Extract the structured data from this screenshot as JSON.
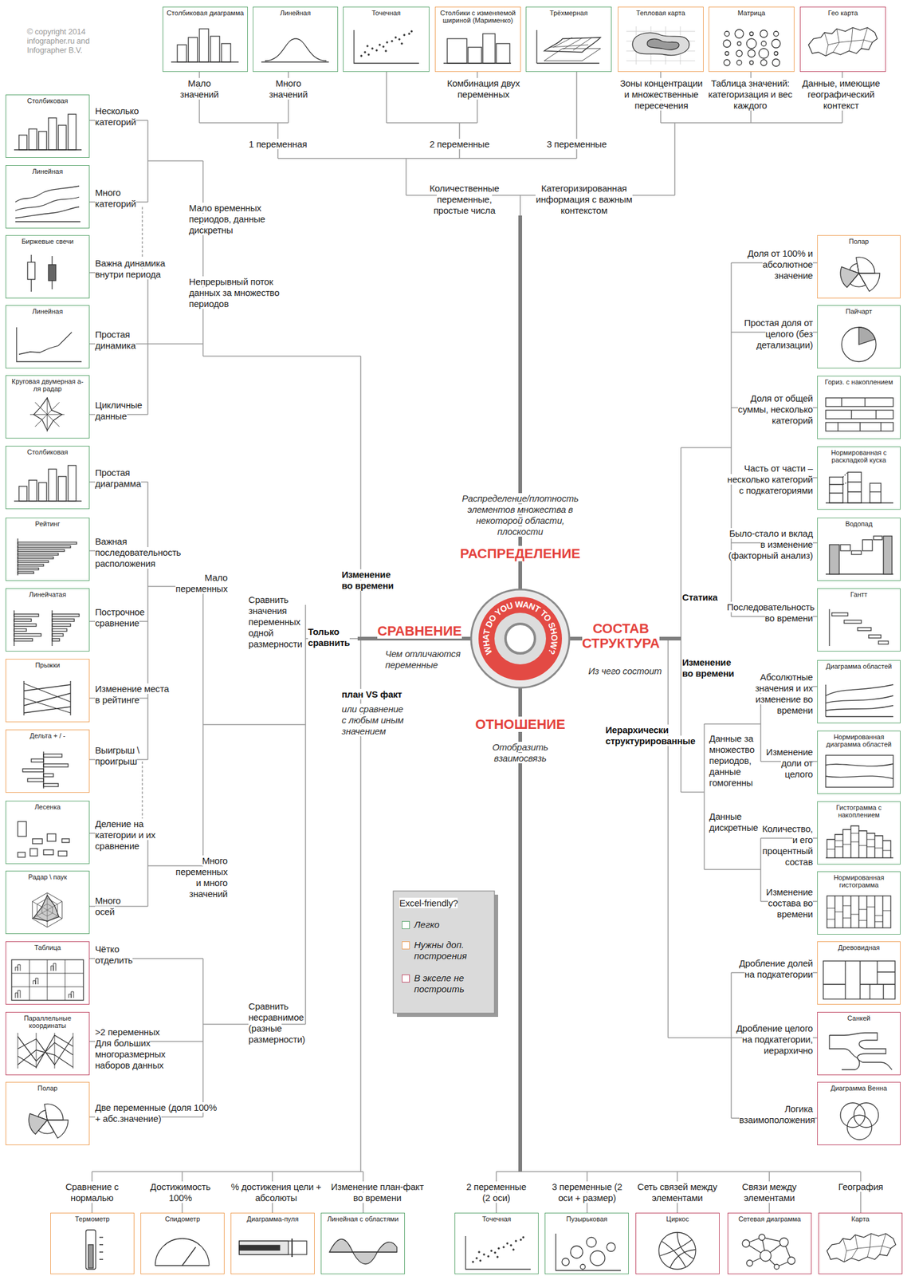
{
  "diagram": {
    "nodes": [
      {
        "text": [
          "Столбиковая диаграмма"
        ]
      },
      {
        "text": [
          "Линейная"
        ]
      },
      {
        "text": [
          "Точечная"
        ]
      },
      {
        "text": [
          "Столбики с изменяемой шириной (Марименко)"
        ]
      },
      {
        "text": [
          "Трёхмерная"
        ]
      },
      {
        "text": [
          "Тепловая карта"
        ]
      },
      {
        "text": [
          "Матрица"
        ]
      },
      {
        "text": [
          "Гео карта"
        ]
      },
      {
        "text": [
          "Столбиковая"
        ]
      },
      {
        "text": [
          "Линейная"
        ]
      },
      {
        "text": [
          "Биржевые свечи"
        ]
      },
      {
        "text": [
          "Линейная"
        ]
      },
      {
        "text": [
          "Круговая двумерная а-ля радар"
        ]
      },
      {
        "text": [
          "Столбиковая"
        ]
      },
      {
        "text": [
          "Рейтинг"
        ]
      },
      {
        "text": [
          "Линейчатая"
        ]
      },
      {
        "text": [
          "Прыжки"
        ]
      },
      {
        "text": [
          "Дельта + / -"
        ]
      },
      {
        "text": [
          "Лесенка"
        ]
      },
      {
        "text": [
          "Радар \\ паук"
        ]
      },
      {
        "text": [
          "Таблица"
        ]
      },
      {
        "text": [
          "Параллельные координаты"
        ]
      },
      {
        "text": [
          "Полар"
        ]
      },
      {
        "text": [
          "Полар"
        ]
      },
      {
        "text": [
          "Пайчарт"
        ]
      },
      {
        "text": [
          "Гориз. с накоплением"
        ]
      },
      {
        "text": [
          "Нормированная с раскладкой куска"
        ]
      },
      {
        "text": [
          "Водопад"
        ]
      },
      {
        "text": [
          "Гантт"
        ]
      },
      {
        "text": [
          "Диаграмма областей"
        ]
      },
      {
        "text": [
          "Нормированная диаграмма областей"
        ]
      },
      {
        "text": [
          "Гистограмма с накоплением"
        ]
      },
      {
        "text": [
          "Нормированная гистограмма"
        ]
      },
      {
        "text": [
          "Древовидная"
        ]
      },
      {
        "text": [
          "Санкей"
        ]
      },
      {
        "text": [
          "Диаграмма Венна"
        ]
      },
      {
        "text": [
          "Термометр"
        ]
      },
      {
        "text": [
          "Спидометр"
        ]
      },
      {
        "text": [
          "Диаграмма-пуля"
        ]
      },
      {
        "text": [
          "Линейная с областями"
        ]
      },
      {
        "text": [
          "Точечная"
        ]
      },
      {
        "text": [
          "Пузырьковая"
        ]
      },
      {
        "text": [
          "Циркос"
        ]
      },
      {
        "text": [
          "Сетевая диаграмма"
        ]
      },
      {
        "text": [
          "Карта"
        ]
      },
      {
        "text": [
          "WHAT DO YOU WANT TO SHOW?"
        ]
      }
    ],
    "labels": [
      "© copyright 2014 infographer.ru and Infographer B.V.",
      "Мало значений",
      "Много значений",
      "Комбинация двух переменных",
      "Зоны концентрации и множественные пересечения",
      "Таблица значений: категоризация и вес каждого",
      "Данные, имеющие географический контекст",
      "1 переменная",
      "2 переменные",
      "3 переменные",
      "Количественные переменные, простые числа",
      "Категоризированная информация с важным контекстом",
      "Несколько категорий",
      "Много категорий",
      "Важна динамика внутри периода",
      "Простая динамика",
      "Цикличные данные",
      "Мало временных периодов, данные дискретны",
      "Непрерывный поток данных за множество периодов",
      "Простая диаграмма",
      "Важная последовательность расположения",
      "Построчное сравнение",
      "Изменение места в рейтинге",
      "Выигрыш \\ проигрыш",
      "Деление на категории и их сравнение",
      "Много осей",
      "Мало переменных",
      "Много переменных и много значений",
      "Сравнить значения переменных одной размерности",
      "Только сравнить",
      "Изменение во времени",
      "Чётко отделить",
      ">2 переменных Для больших многоразмерных наборов данных",
      "Две переменные (доля 100% + абс.значение)",
      "Сравнить несравнимое (разные размерности)",
      "Сравнение с нормалью",
      "Достижимость 100%",
      "% достижения цели + абсолюты",
      "Изменение план-факт во времени",
      "2 переменные (2 оси)",
      "3 переменные (2 оси + размер)",
      "Сеть связей между элементами",
      "Связи между элементами",
      "География",
      "Распределение/плотность элементов множества в некоторой области, плоскости",
      "РАСПРЕДЕЛЕНИЕ",
      "СРАВНЕНИЕ",
      "Чем отличаются переменные",
      "план VS факт",
      "или сравнение с любым иным значением",
      "СОСТАВ СТРУКТУРА",
      "Из чего состоит",
      "ОТНОШЕНИЕ",
      "Отобразить взаимосвязь",
      "Статика",
      "Изменение во времени",
      "Иерархически структурированные",
      "Доля от 100% и абсолютное значение",
      "Простая доля от целого (без детализации)",
      "Доля от общей суммы, несколько категорий",
      "Часть от части – несколько категорий с подкатегориями",
      "Было-стало и вклад в изменение (факторный анализ)",
      "Последовательность во времени",
      "Абсолютные значения и их изменение во времени",
      "Изменение доли от целого",
      "Данные за множество периодов, данные гомогенны",
      "Данные дискретные",
      "Количество, и его процентный состав",
      "Изменение состава во времени",
      "Дробление долей на подкатегории",
      "Дробление целого на подкатегории, иерархично",
      "Логика взаимоположения",
      "Excel-friendly?"
    ],
    "legend": [
      {
        "text": "Легко",
        "color": "#5fa872"
      },
      {
        "text": "Нужны доп. построения",
        "color": "#f0a35c"
      },
      {
        "text": "В экселе не построить",
        "color": "#c14a66"
      }
    ]
  }
}
